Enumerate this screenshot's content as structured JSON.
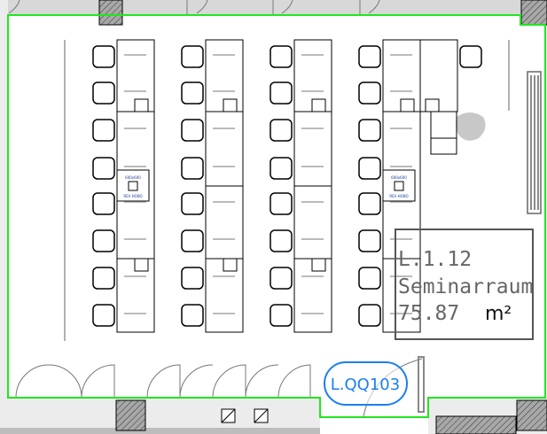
{
  "room": {
    "number": "L.1.12",
    "name": "Seminarraum",
    "area": "75.87",
    "area_unit": "m²"
  },
  "door_tag": "L.QQ103",
  "floor_boxes": [
    {
      "size": "600x600",
      "label": "REV HOBO"
    },
    {
      "size": "600x600",
      "label": "REV HOBO"
    }
  ],
  "colors": {
    "room_outline": "#22e61e",
    "tag": "#1a7ff0",
    "wall": "#d6d6d6",
    "column_hatch": "#9a9a9a"
  }
}
